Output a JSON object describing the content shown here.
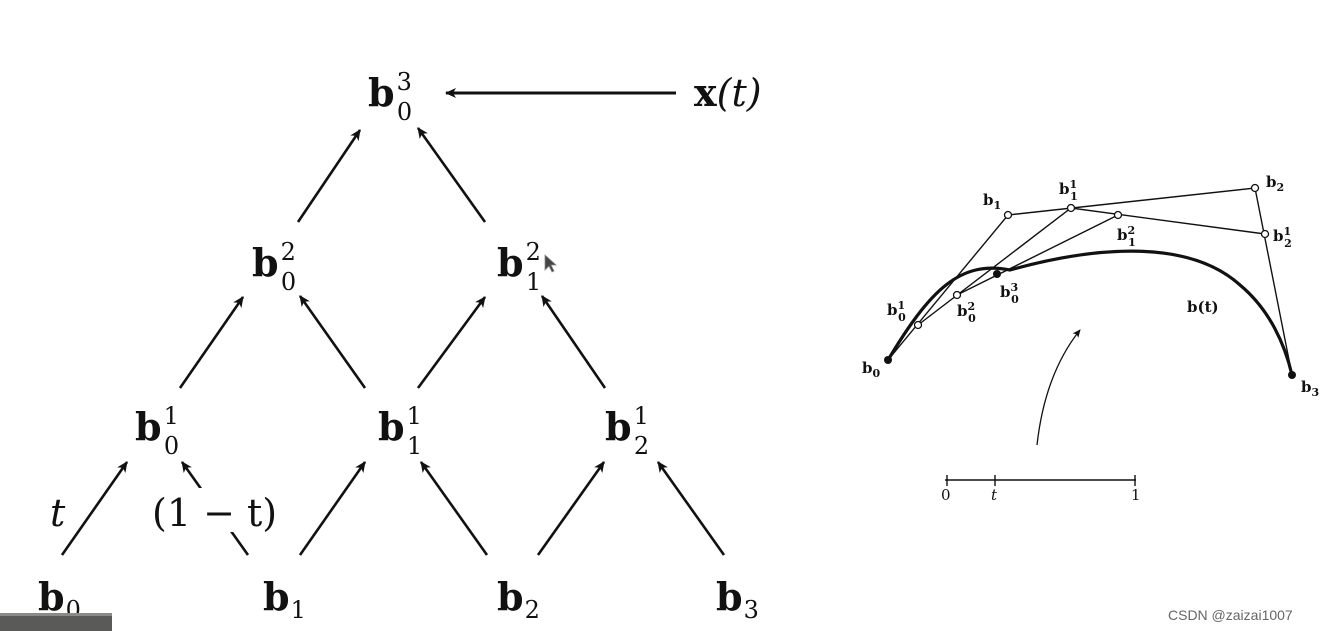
{
  "pyramid": {
    "nodes": [
      {
        "id": "b03",
        "base": "b",
        "sub": "0",
        "sup": "3"
      },
      {
        "id": "b02",
        "base": "b",
        "sub": "0",
        "sup": "2"
      },
      {
        "id": "b12",
        "base": "b",
        "sub": "1",
        "sup": "2"
      },
      {
        "id": "b01",
        "base": "b",
        "sub": "0",
        "sup": "1"
      },
      {
        "id": "b11",
        "base": "b",
        "sub": "1",
        "sup": "1"
      },
      {
        "id": "b21",
        "base": "b",
        "sub": "2",
        "sup": "1"
      },
      {
        "id": "b0",
        "base": "b",
        "sub": "0",
        "sup": ""
      },
      {
        "id": "b1",
        "base": "b",
        "sub": "1",
        "sup": ""
      },
      {
        "id": "b2",
        "base": "b",
        "sub": "2",
        "sup": ""
      },
      {
        "id": "b3",
        "base": "b",
        "sub": "3",
        "sup": ""
      }
    ],
    "result_label": {
      "base": "x",
      "arg": "(t)"
    },
    "weight_left": "t",
    "weight_right": "(1 − t)"
  },
  "curve_figure": {
    "labels": [
      {
        "id": "c-b0",
        "base": "b",
        "sub": "0",
        "sup": ""
      },
      {
        "id": "c-b1",
        "base": "b",
        "sub": "1",
        "sup": ""
      },
      {
        "id": "c-b2",
        "base": "b",
        "sub": "2",
        "sup": ""
      },
      {
        "id": "c-b3",
        "base": "b",
        "sub": "3",
        "sup": ""
      },
      {
        "id": "c-b01",
        "base": "b",
        "sub": "0",
        "sup": "1"
      },
      {
        "id": "c-b11",
        "base": "b",
        "sub": "1",
        "sup": "1"
      },
      {
        "id": "c-b21",
        "base": "b",
        "sub": "2",
        "sup": "1"
      },
      {
        "id": "c-b02",
        "base": "b",
        "sub": "0",
        "sup": "2"
      },
      {
        "id": "c-b12",
        "base": "b",
        "sub": "1",
        "sup": "2"
      },
      {
        "id": "c-b03",
        "base": "b",
        "sub": "0",
        "sup": "3"
      }
    ],
    "curve_label": "b(t)",
    "scale": {
      "start": "0",
      "param": "t",
      "end": "1"
    }
  },
  "watermark": "CSDN @zaizai1007"
}
